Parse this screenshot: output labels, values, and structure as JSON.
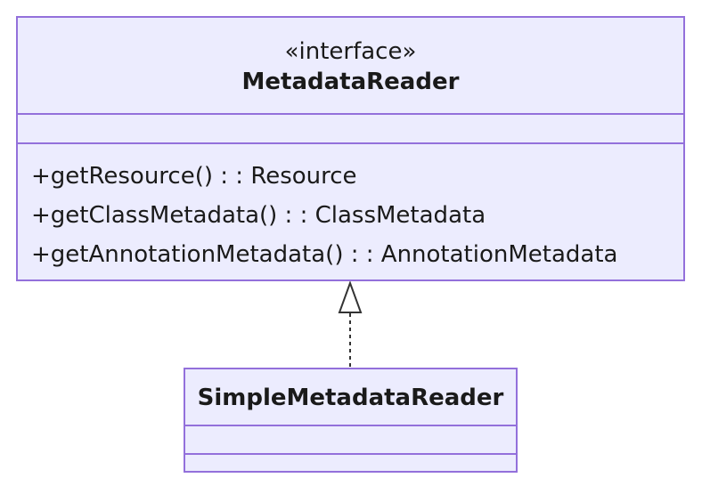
{
  "interface_class": {
    "stereotype": "«interface»",
    "name": "MetadataReader",
    "methods": [
      "+getResource() : : Resource",
      "+getClassMetadata() : : ClassMetadata",
      "+getAnnotationMetadata() : : AnnotationMetadata"
    ]
  },
  "implementing_class": {
    "name": "SimpleMetadataReader"
  },
  "colors": {
    "box_fill": "#ececfe",
    "box_border": "#9370db",
    "edge": "#333333"
  }
}
